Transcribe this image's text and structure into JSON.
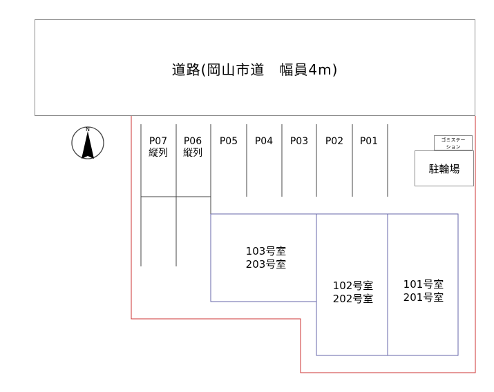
{
  "road": {
    "label": "道路(岡山市道　幅員4m)"
  },
  "compass": {
    "letter": "N"
  },
  "parking": [
    {
      "id": "P07",
      "note": "縦列"
    },
    {
      "id": "P06",
      "note": "縦列"
    },
    {
      "id": "P05",
      "note": ""
    },
    {
      "id": "P04",
      "note": ""
    },
    {
      "id": "P03",
      "note": ""
    },
    {
      "id": "P02",
      "note": ""
    },
    {
      "id": "P01",
      "note": ""
    }
  ],
  "facilities": {
    "garbage_line1": "ゴミステー",
    "garbage_line2": "ション",
    "bicycle_parking": "駐輪場"
  },
  "units": [
    {
      "line1": "103号室",
      "line2": "203号室"
    },
    {
      "line1": "102号室",
      "line2": "202号室"
    },
    {
      "line1": "101号室",
      "line2": "201号室"
    }
  ],
  "colors": {
    "boundary": "#cc3333",
    "building": "#6666aa",
    "lines": "#444444"
  }
}
